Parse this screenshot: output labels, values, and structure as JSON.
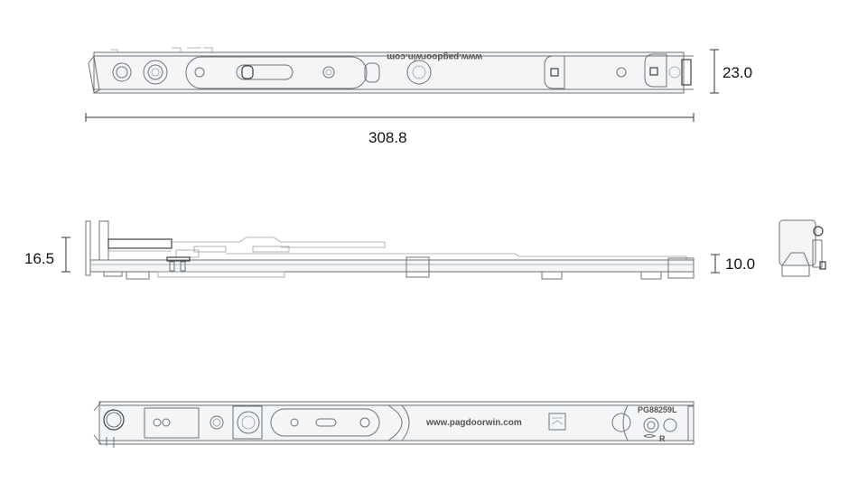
{
  "dimensions": {
    "length": "308.8",
    "width_top": "23.0",
    "height_side": "16.5",
    "height_end": "10.0"
  },
  "markings": {
    "website_top": "www.pagdoorwin.com",
    "website_bottom": "www.pagdoorwin.com",
    "part_number": "PG88259L",
    "side_mark": "R"
  },
  "colors": {
    "line": "#6e7378",
    "dimension": "#333333"
  }
}
